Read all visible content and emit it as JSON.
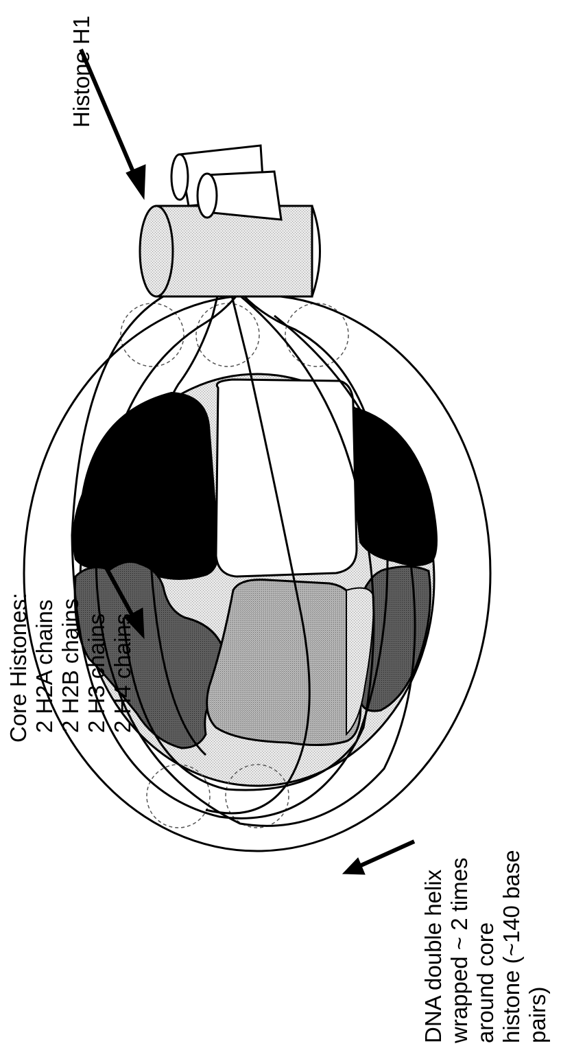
{
  "labels": {
    "histone_h1": "Histone H1",
    "core_title": "Core Histones:",
    "core_lines": [
      "2  H2A chains",
      "2  H2B chains",
      "2  H3 chains",
      "2  H4 chains"
    ],
    "dna_lines": [
      "DNA double helix",
      "wrapped ~ 2 times",
      "around core",
      "histone (~140 base",
      "pairs)"
    ]
  },
  "colors": {
    "ink": "#000000",
    "paper": "#ffffff",
    "dark_gray": "#5a5a5a",
    "mid_gray": "#a8a8a8",
    "light_gray": "#e6e6e6",
    "speckle_gray": "#cfcfcf"
  }
}
